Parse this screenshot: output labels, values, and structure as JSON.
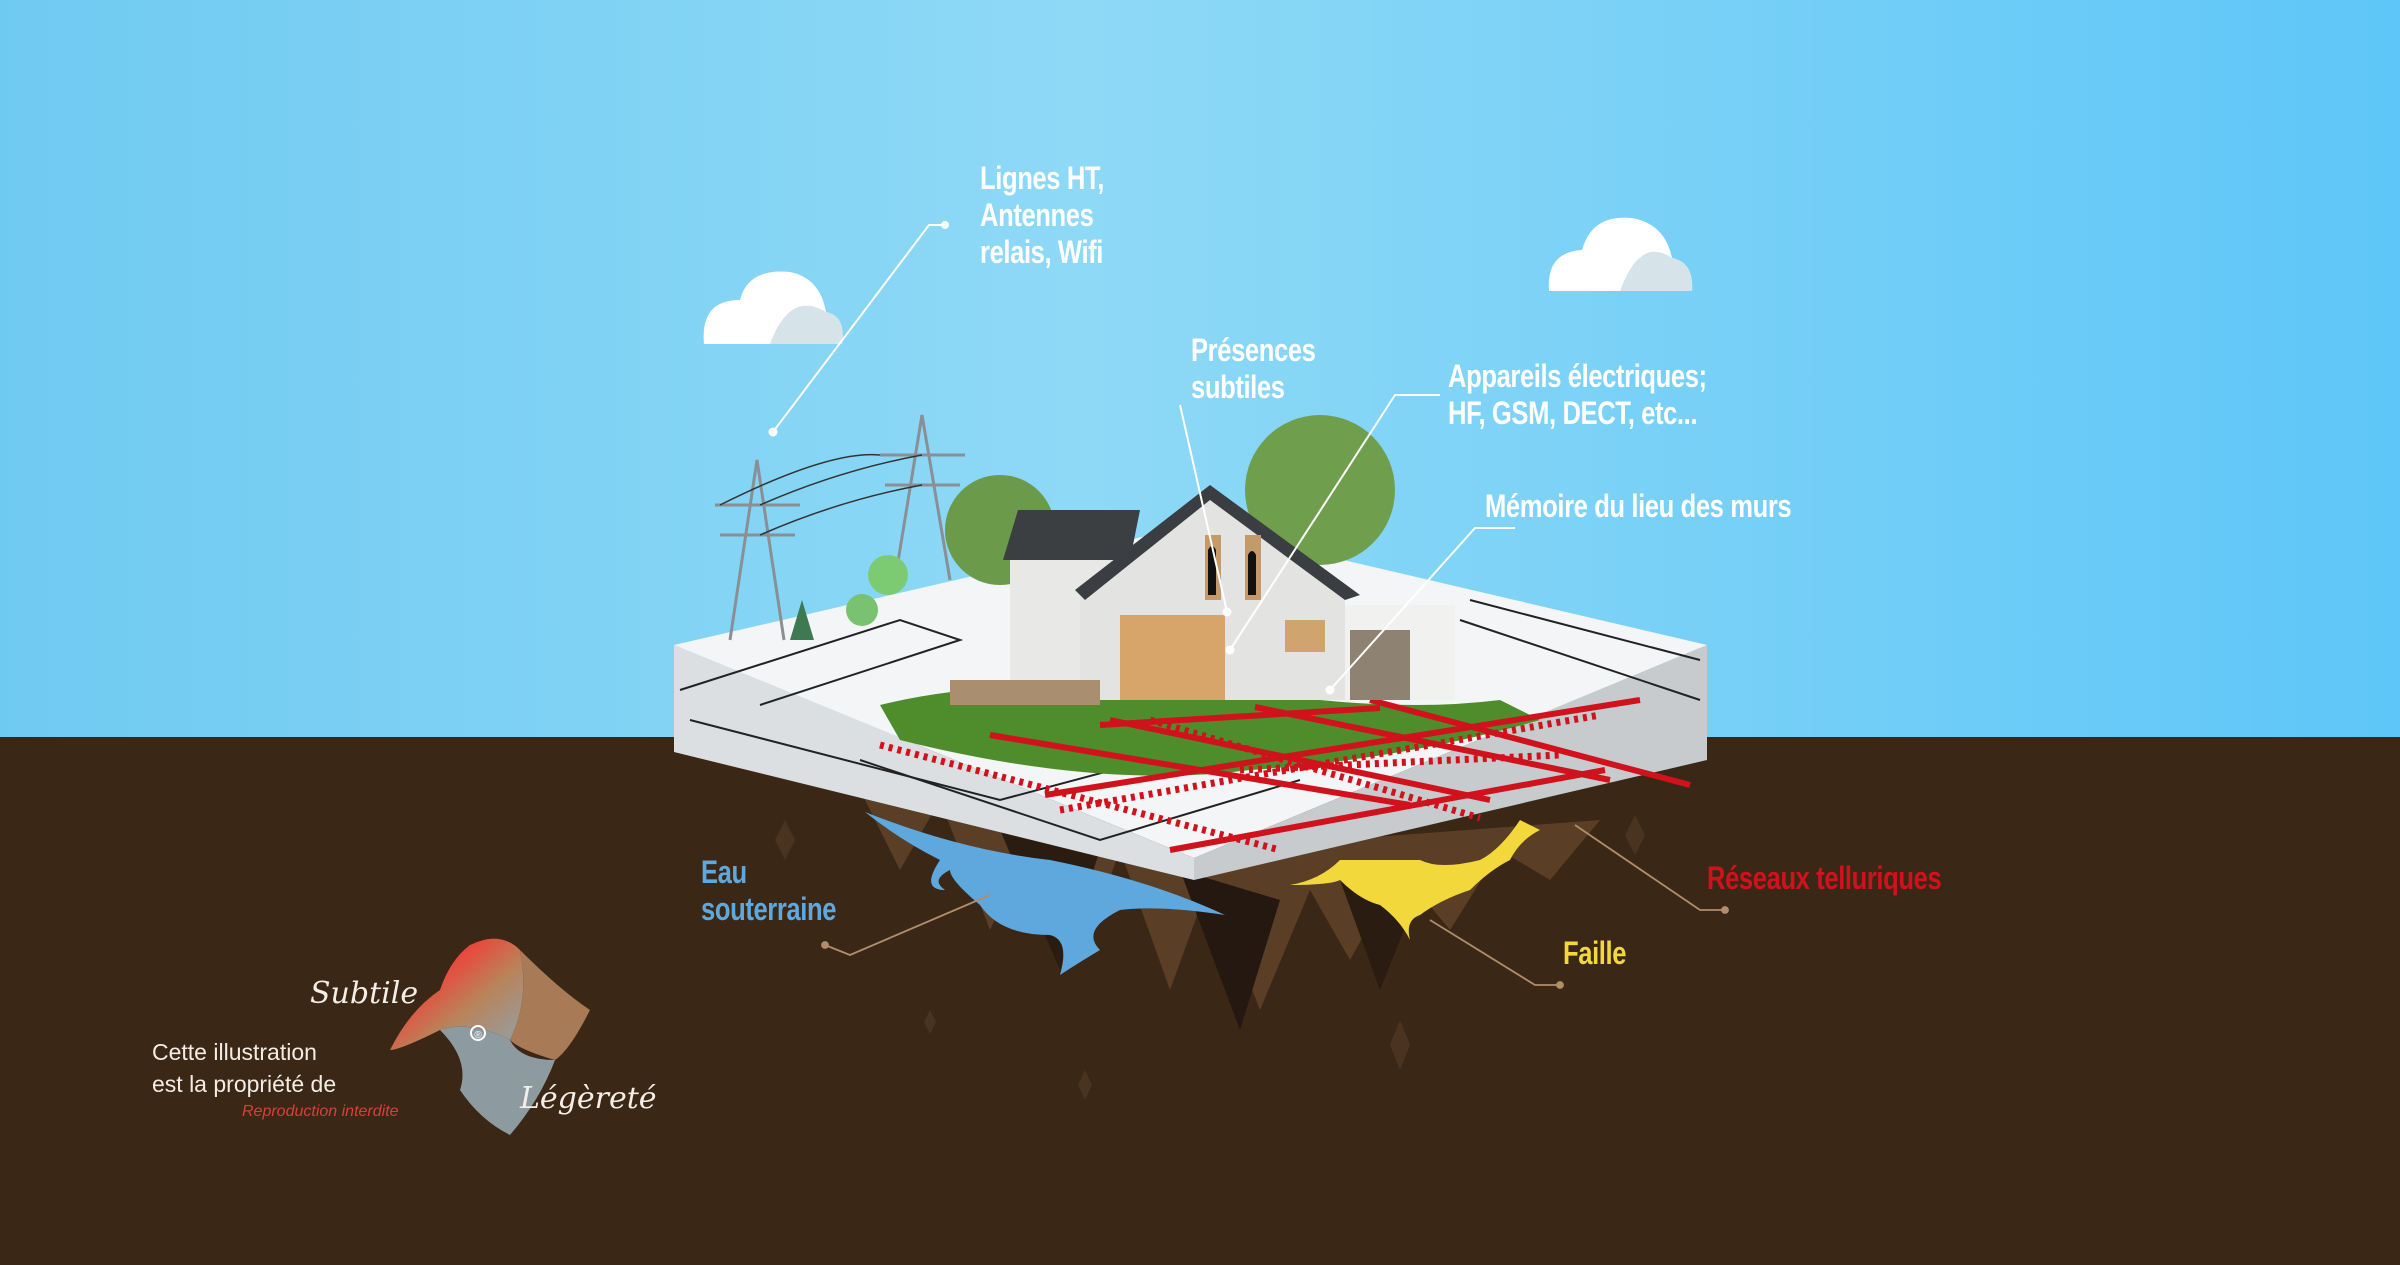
{
  "labels": {
    "power_lines": [
      "Lignes HT,",
      "Antennes",
      "relais, Wifi"
    ],
    "subtle_presences": [
      "Présences",
      "subtiles"
    ],
    "electrical_devices": [
      "Appareils électriques;",
      "HF, GSM, DECT, etc..."
    ],
    "wall_memory": "Mémoire du lieu des murs",
    "underground_water": [
      "Eau",
      "souterraine"
    ],
    "telluric_networks": "Réseaux telluriques",
    "fault": "Faille"
  },
  "copyright": {
    "line1": "Cette illustration",
    "line2": "est la propriété de",
    "notice": "Reproduction interdite"
  },
  "logo": {
    "word1": "Subtile",
    "word2": "Légèreté",
    "registered": "®"
  },
  "colors": {
    "sky_top": "#5ec6f3",
    "sky_bottom": "#7fd3f5",
    "ground": "#3a2716",
    "water": "#5fa8dd",
    "telluric": "#d0121c",
    "fault": "#f2d83a"
  }
}
